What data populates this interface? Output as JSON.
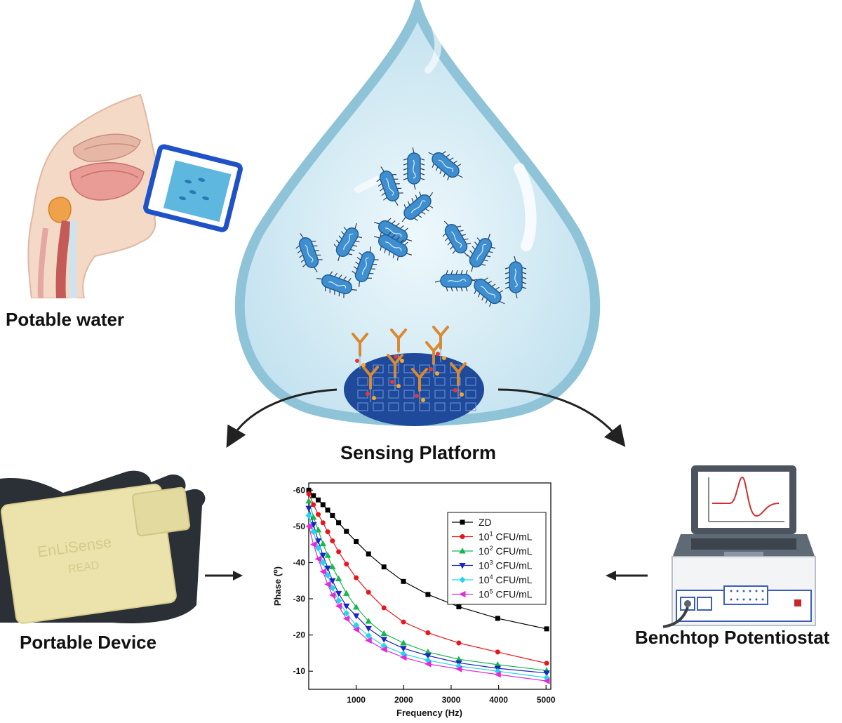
{
  "labels": {
    "potable_water": "Potable water",
    "sensing_platform": "Sensing Platform",
    "portable_device": "Portable Device",
    "benchtop_potentiostat": "Benchtop Potentiostat",
    "device_brand": "EnLiSense",
    "device_model": "READ"
  },
  "colors": {
    "drop_fill": "#cfe9f3",
    "drop_stroke": "#8fc4d8",
    "bacteria": "#3f8fd0",
    "antibody": "#d9892f",
    "chip": "#1f4a9c",
    "device": "#ebe3ab"
  },
  "icons": [
    "head-profile-drinking-icon",
    "water-glass-icon",
    "bacteria-icon",
    "antibody-icon",
    "sensor-chip-icon",
    "portable-reader-icon",
    "laptop-icon",
    "potentiostat-icon",
    "arrow-icon"
  ],
  "chart_data": {
    "type": "line",
    "xlabel": "Frequency (Hz)",
    "ylabel": "Phase (⁰)",
    "xlim": [
      0,
      5100
    ],
    "ylim": [
      -5,
      -62
    ],
    "xticks": [
      1000,
      2000,
      3000,
      4000,
      5000
    ],
    "yticks": [
      -10,
      -20,
      -30,
      -40,
      -50,
      -60
    ],
    "legend_position": "top-right",
    "series": [
      {
        "name": "ZD",
        "marker": "square",
        "color": "#000000",
        "x": [
          1,
          100,
          200,
          300,
          400,
          500,
          630,
          794,
          1000,
          1260,
          1585,
          1995,
          2512,
          3162,
          3981,
          5012
        ],
        "y": [
          -60,
          -58.5,
          -57.3,
          -56,
          -54.5,
          -53,
          -51,
          -48.6,
          -45.8,
          -42.4,
          -38.8,
          -34.8,
          -31.2,
          -27.8,
          -24.6,
          -21.7
        ]
      },
      {
        "name": "10¹ CFU/mL",
        "sup": "1",
        "marker": "circle",
        "color": "#e8161b",
        "x": [
          1,
          100,
          200,
          300,
          400,
          500,
          630,
          794,
          1000,
          1260,
          1585,
          1995,
          2512,
          3162,
          3981,
          5012
        ],
        "y": [
          -59,
          -56,
          -53.3,
          -51,
          -48.5,
          -46,
          -43,
          -39.6,
          -35.8,
          -31.8,
          -27.5,
          -23.6,
          -20.6,
          -17.8,
          -15.3,
          -12.2
        ]
      },
      {
        "name": "10² CFU/mL",
        "sup": "2",
        "marker": "triangle-up",
        "color": "#18b64f",
        "x": [
          1,
          100,
          200,
          300,
          400,
          500,
          630,
          794,
          1000,
          1260,
          1585,
          1995,
          2512,
          3162,
          3981,
          5012
        ],
        "y": [
          -57,
          -52.5,
          -49,
          -45.2,
          -42,
          -38.8,
          -35.5,
          -31.5,
          -27.7,
          -23.8,
          -20.4,
          -17.8,
          -15.3,
          -13.3,
          -11.8,
          -10.2
        ]
      },
      {
        "name": "10³ CFU/mL",
        "sup": "3",
        "marker": "triangle-down",
        "color": "#1a25c2",
        "x": [
          1,
          100,
          200,
          300,
          400,
          500,
          630,
          794,
          1000,
          1260,
          1585,
          1995,
          2512,
          3162,
          3981,
          5012
        ],
        "y": [
          -55,
          -50.5,
          -46,
          -42,
          -38.5,
          -35,
          -31.5,
          -28,
          -25.3,
          -21.8,
          -18.8,
          -16.3,
          -14.3,
          -12.3,
          -10.8,
          -9.5
        ]
      },
      {
        "name": "10⁴ CFU/mL",
        "sup": "4",
        "marker": "diamond",
        "color": "#22d6ee",
        "x": [
          1,
          100,
          200,
          300,
          400,
          500,
          630,
          794,
          1000,
          1260,
          1585,
          1995,
          2512,
          3162,
          3981,
          5012
        ],
        "y": [
          -53,
          -48.5,
          -44,
          -40,
          -36.5,
          -33,
          -29.5,
          -26,
          -22.7,
          -19.8,
          -17,
          -14.8,
          -13,
          -11.4,
          -10,
          -8.2
        ]
      },
      {
        "name": "10⁵ CFU/mL",
        "sup": "5",
        "marker": "triangle-left",
        "color": "#e32ad6",
        "x": [
          1,
          100,
          200,
          300,
          400,
          500,
          630,
          794,
          1000,
          1260,
          1585,
          1995,
          2512,
          3162,
          3981,
          5012
        ],
        "y": [
          -50,
          -45,
          -41,
          -37.5,
          -34,
          -31,
          -28,
          -24.5,
          -21.5,
          -18.5,
          -16,
          -13.8,
          -12,
          -10.6,
          -9.1,
          -7.3
        ]
      }
    ]
  }
}
